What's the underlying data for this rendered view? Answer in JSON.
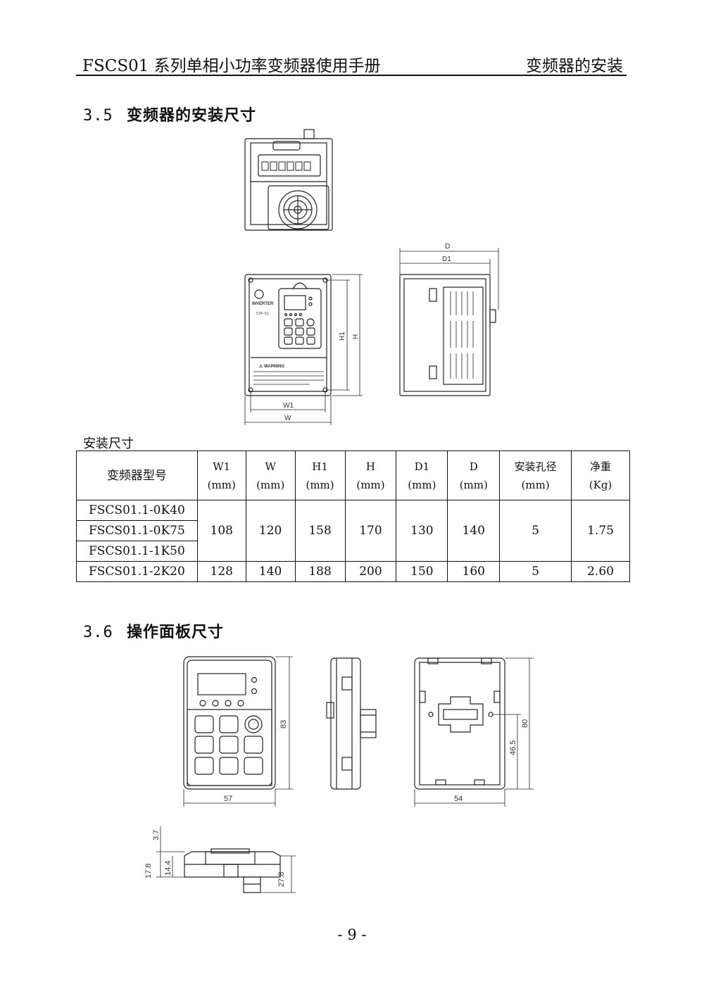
{
  "header": {
    "title": "FSCS01 系列单相小功率变频器使用手册",
    "chapter": "变频器的安装"
  },
  "section_3_5": {
    "number": "3.5",
    "title": "变频器的安装尺寸"
  },
  "drawing1": {
    "dim_labels": [
      "D",
      "D1",
      "H1",
      "H",
      "W1",
      "W"
    ],
    "panel_labels": {
      "brand": "INVERTER",
      "model": "CVF-S1",
      "warning_title": "⚠ WARNING"
    }
  },
  "table": {
    "caption": "安装尺寸",
    "headers": [
      {
        "name": "变频器型号",
        "unit": ""
      },
      {
        "name": "W1",
        "unit": "(mm)"
      },
      {
        "name": "W",
        "unit": "(mm)"
      },
      {
        "name": "H1",
        "unit": "(mm)"
      },
      {
        "name": "H",
        "unit": "(mm)"
      },
      {
        "name": "D1",
        "unit": "(mm)"
      },
      {
        "name": "D",
        "unit": "(mm)"
      },
      {
        "name": "安装孔径",
        "unit": "(mm)"
      },
      {
        "name": "净重",
        "unit": "(Kg)"
      }
    ],
    "group1": {
      "models": [
        "FSCS01.1-0K40",
        "FSCS01.1-0K75",
        "FSCS01.1-1K50"
      ],
      "values": [
        "108",
        "120",
        "158",
        "170",
        "130",
        "140",
        "5",
        "1.75"
      ]
    },
    "group2": {
      "model": "FSCS01.1-2K20",
      "values": [
        "128",
        "140",
        "188",
        "200",
        "150",
        "160",
        "5",
        "2.60"
      ]
    }
  },
  "section_3_6": {
    "number": "3.6",
    "title": "操作面板尺寸"
  },
  "drawing2": {
    "dims": {
      "front_height": "83",
      "front_width": "57",
      "back_height_total": "80",
      "back_height_partial": "46.5",
      "back_width": "54",
      "bottom_top": "3.7",
      "bottom_h1": "17.8",
      "bottom_h2": "14.4",
      "bottom_total": "27.8"
    }
  },
  "footer": {
    "page": "- 9 -"
  }
}
